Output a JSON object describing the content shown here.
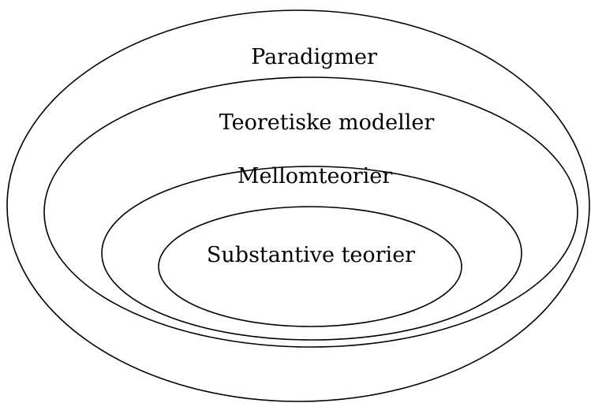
{
  "diagram": {
    "rings": [
      {
        "label": "Paradigmer"
      },
      {
        "label": "Teoretiske modeller"
      },
      {
        "label": "Mellomteorier"
      },
      {
        "label": "Substantive teorier"
      }
    ]
  },
  "colors": {
    "stroke": "#000000",
    "text": "#000000",
    "background": "#ffffff"
  }
}
